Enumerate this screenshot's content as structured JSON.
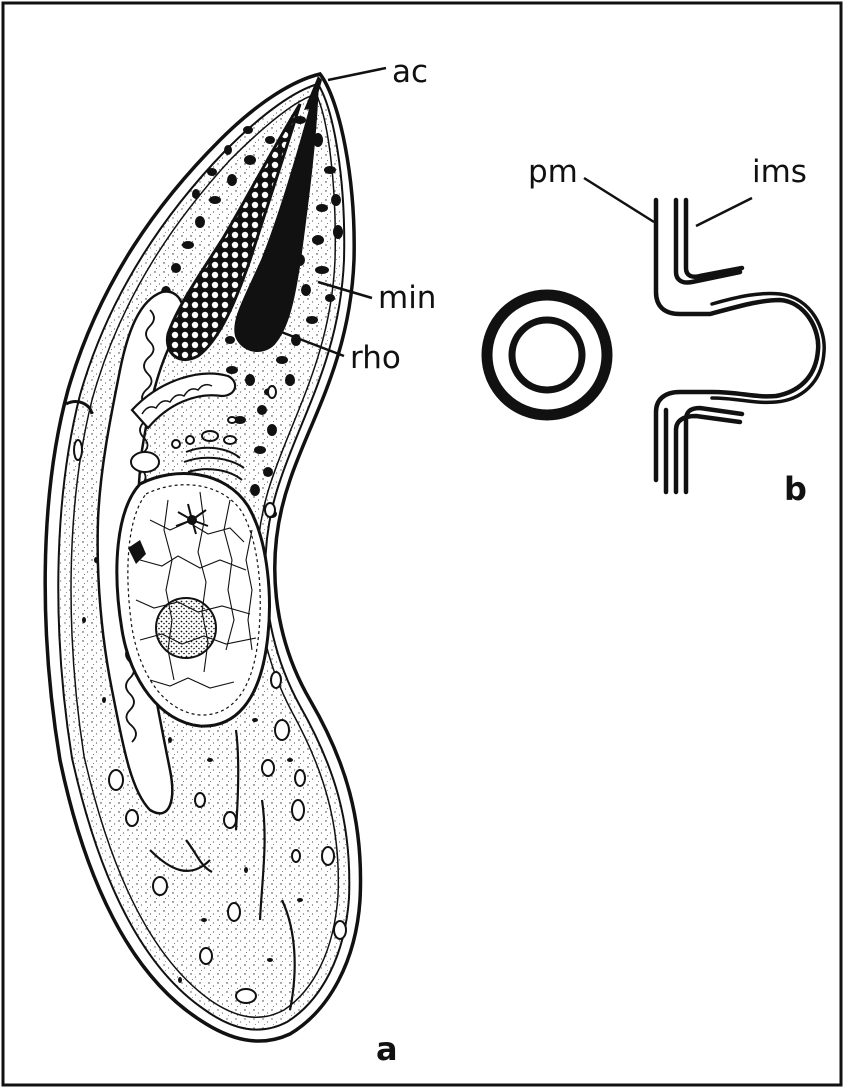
{
  "labels": {
    "ac": "ac",
    "min": "min",
    "rho": "rho",
    "pm": "pm",
    "ims": "ims"
  },
  "panels": {
    "a": "a",
    "b": "b"
  },
  "colors": {
    "ink": "#111111",
    "paper": "#ffffff",
    "stipple": "#555555"
  }
}
